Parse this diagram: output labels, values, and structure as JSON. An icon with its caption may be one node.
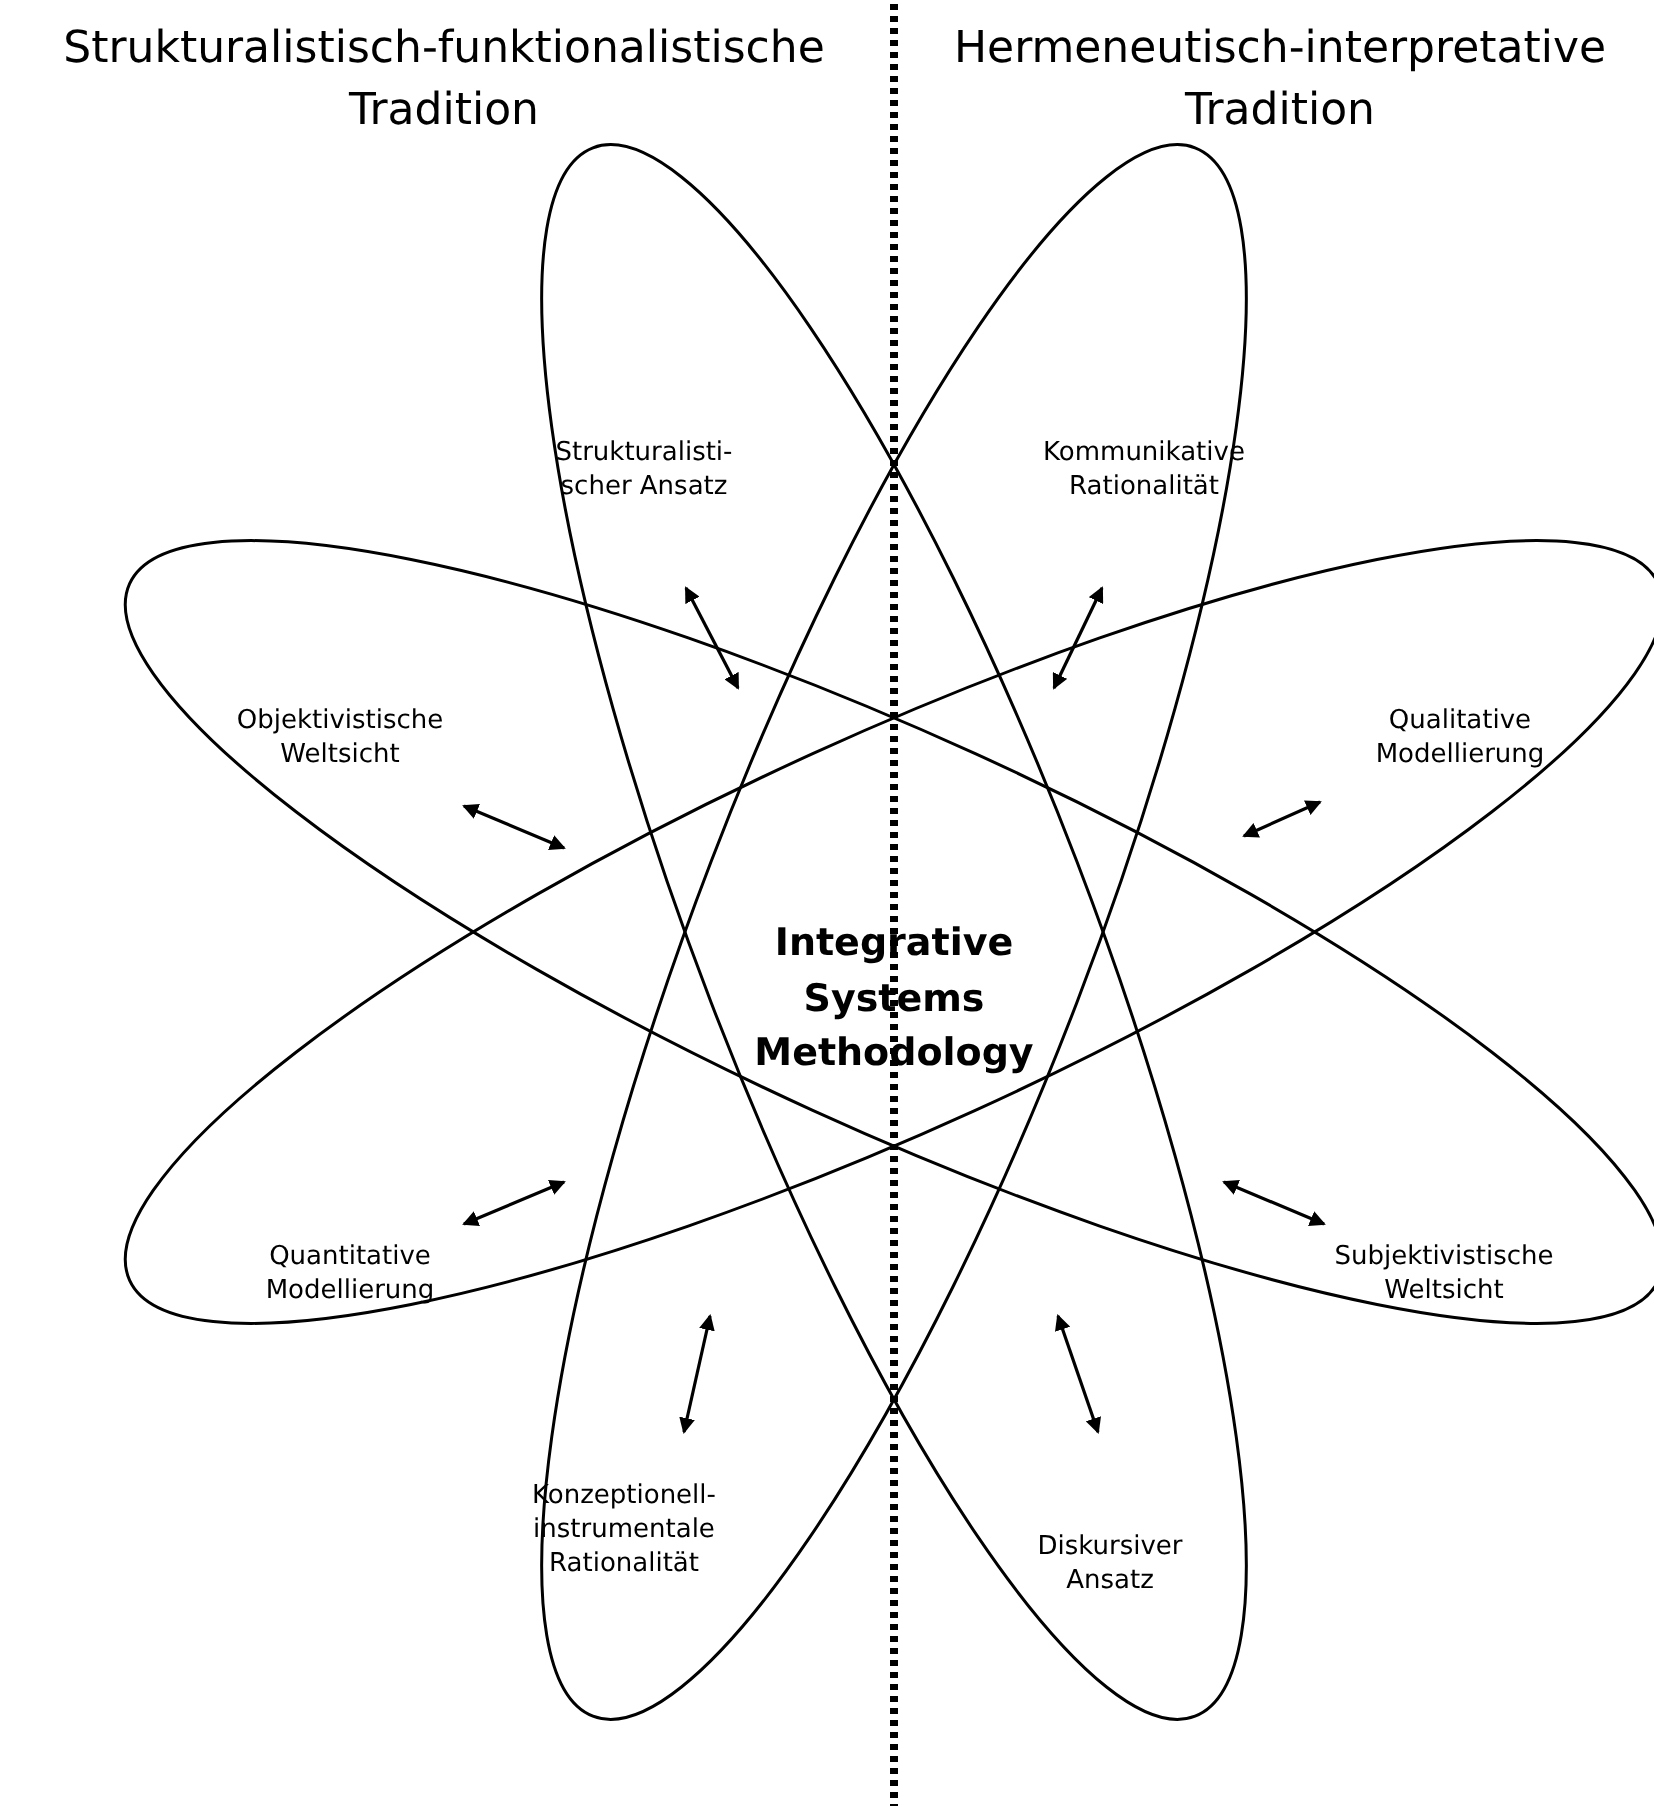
{
  "diagram": {
    "nodes": [
      {
        "text": [
          "Strukturalisti-scher Ansatz",
          "Diskursiver Ansatz"
        ]
      },
      {
        "text": [
          "Kommunikative Rationalität",
          "Konzeptionell-instrumentale Rationalität"
        ]
      },
      {
        "text": [
          "Objektivistische Weltsicht",
          "Subjektivistische Weltsicht"
        ]
      },
      {
        "text": [
          "Qualitative Modellierung",
          "Quantitative Modellierung"
        ]
      }
    ],
    "labels": [
      "Strukturalistisch-funktionalistische Tradition",
      "Hermeneutisch-interpretative Tradition",
      "Integrative Systems Methodology"
    ]
  }
}
